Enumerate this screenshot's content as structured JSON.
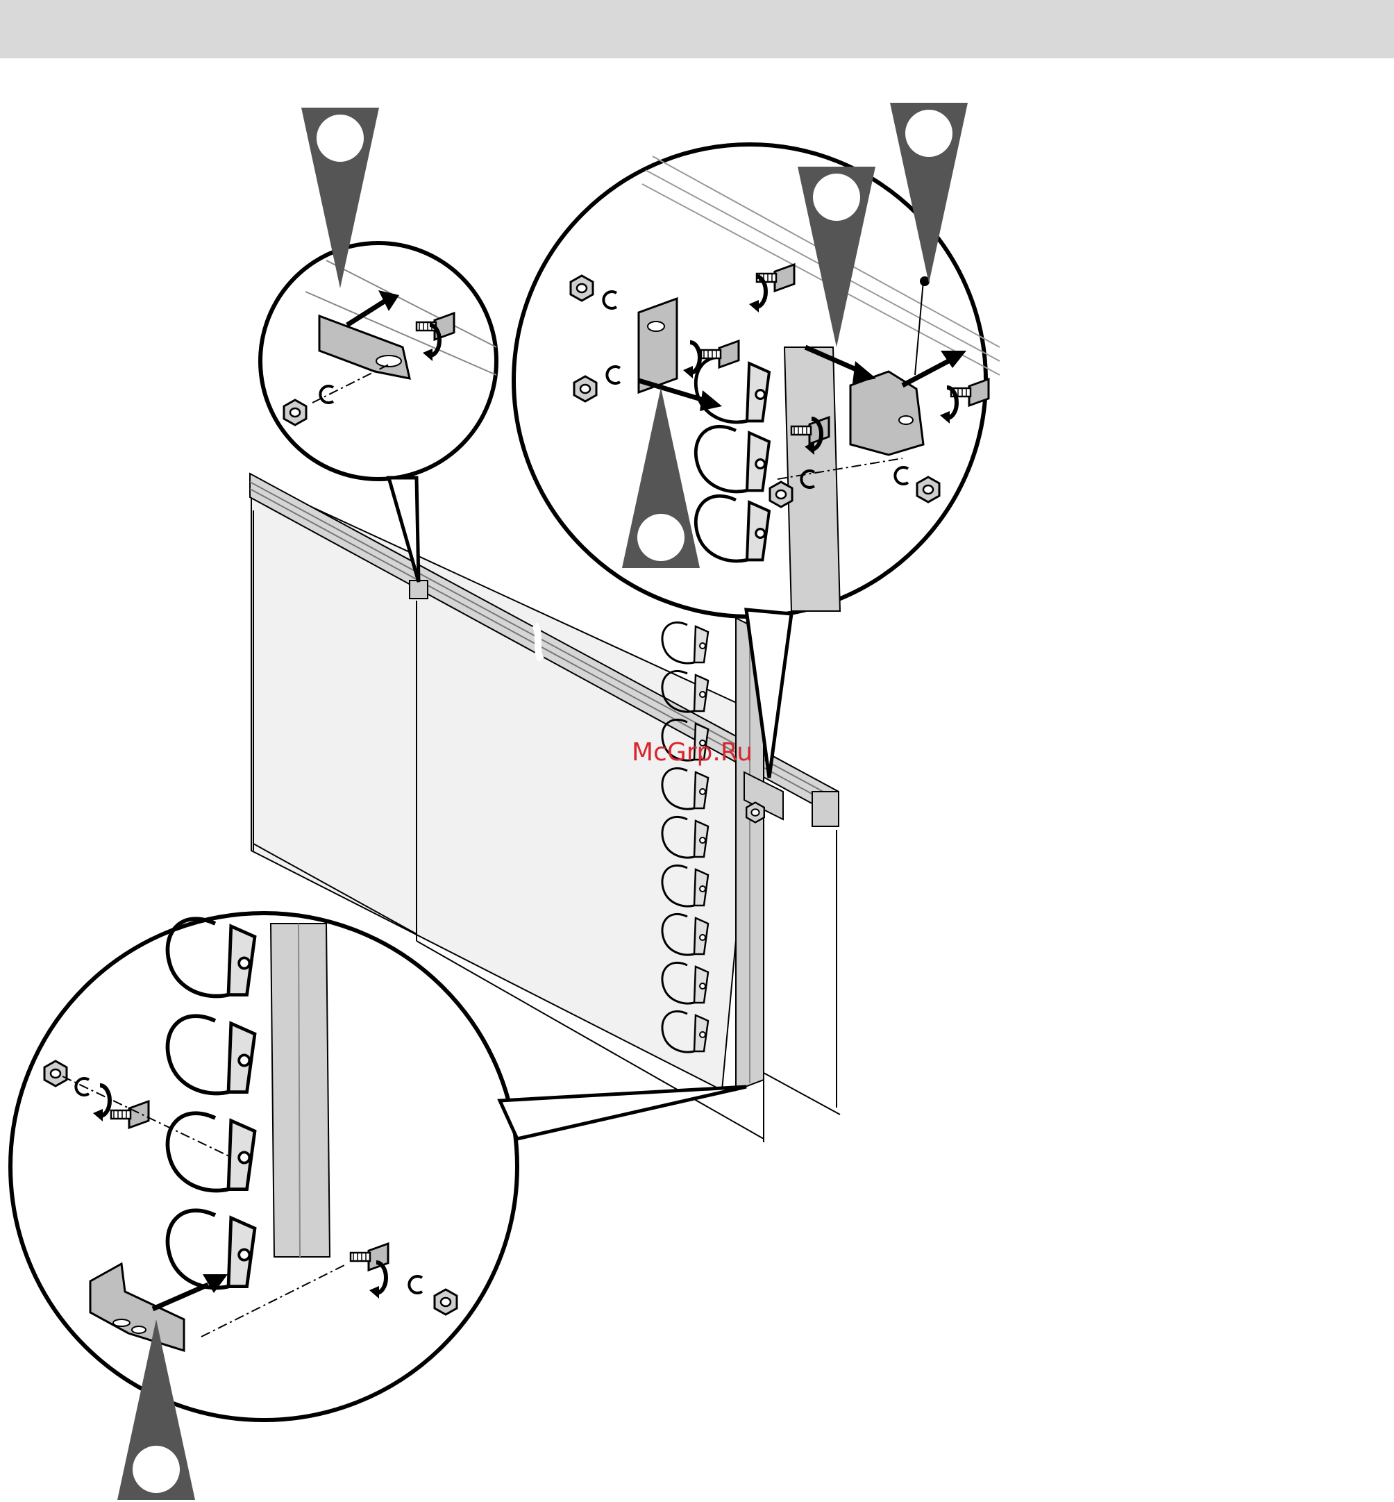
{
  "header": {
    "bar_color": "#d9d9d9"
  },
  "callouts": [
    {
      "id": "top-left",
      "marker_icon": "pointer-marker-icon"
    },
    {
      "id": "top-right",
      "marker_icon": "pointer-marker-icon"
    },
    {
      "id": "bottom-left",
      "marker_icon": "pointer-marker-icon"
    }
  ],
  "parts_icons": [
    "hex-nut-icon",
    "spring-washer-icon",
    "t-bolt-icon",
    "mounting-bracket-icon",
    "direction-arrow-icon",
    "rotation-arrow-icon"
  ],
  "watermark": {
    "text": "McGrp.Ru",
    "color": "#d7262d"
  },
  "colors": {
    "line": "#000000",
    "marker": "#555555",
    "part_fill": "#bfbfbf",
    "panel_fill": "#ececec"
  }
}
